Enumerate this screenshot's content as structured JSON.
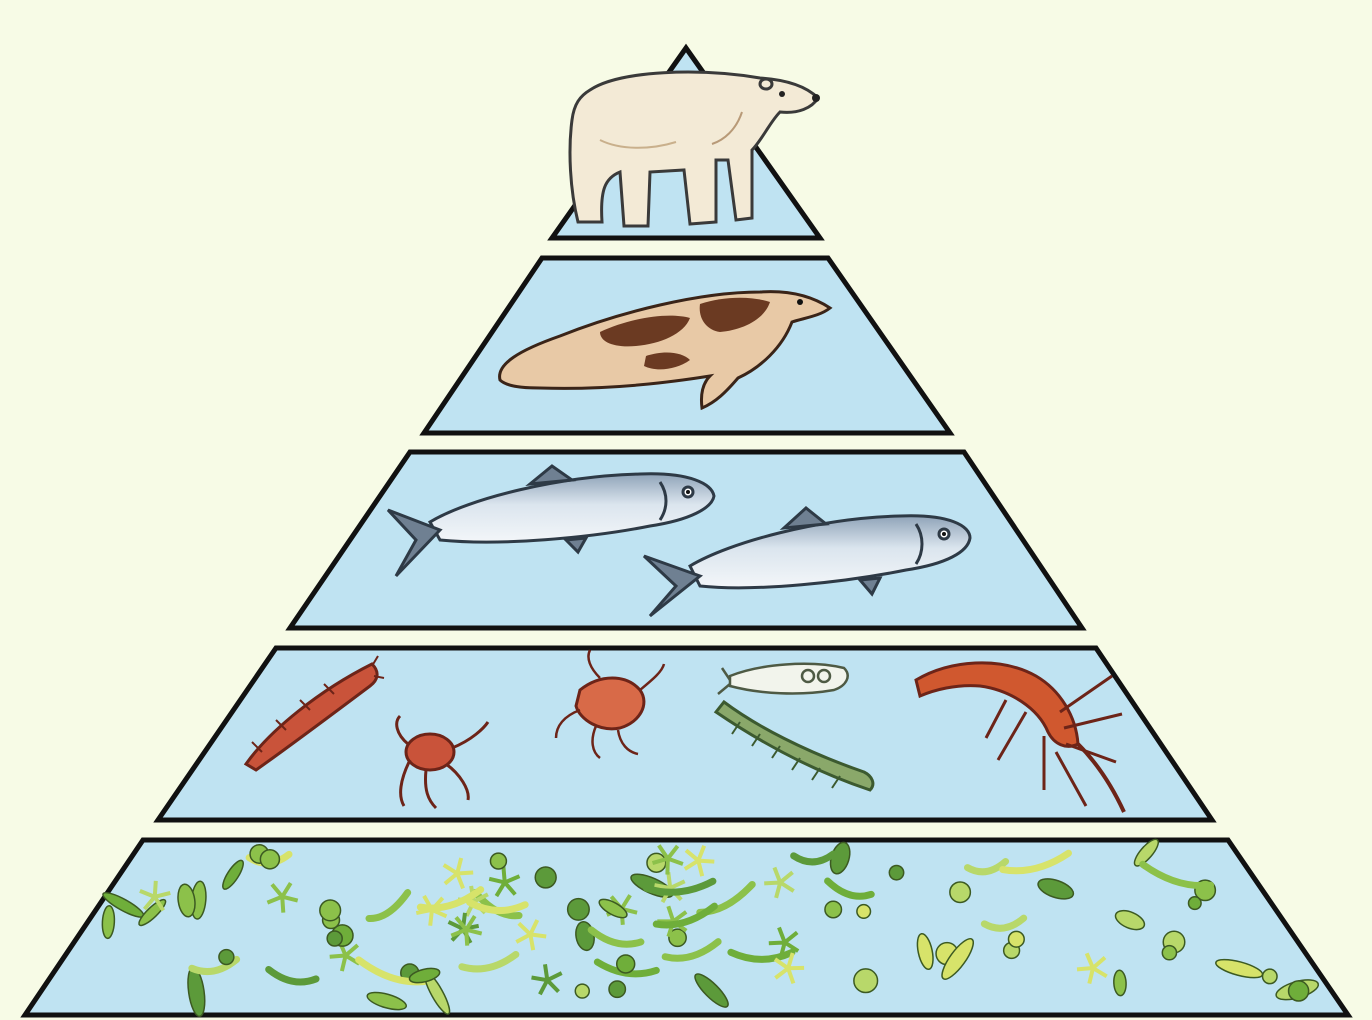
{
  "diagram": {
    "type": "ecological-pyramid",
    "colors": {
      "background": "#f7fbe6",
      "tier_fill": "#bfe3f2",
      "tier_stroke": "#111111",
      "bear": "#f3ead6",
      "seal_body": "#e8c9a6",
      "seal_spots": "#6b3a22",
      "fish": "#d8e2ec",
      "zooplankton": "#c9533a",
      "phytoplankton": "#8cc14a"
    },
    "levels": [
      {
        "id": "tertiary-consumer",
        "organisms": [
          {
            "icon": "polar-bear-icon"
          }
        ]
      },
      {
        "id": "secondary-consumer",
        "organisms": [
          {
            "icon": "seal-icon"
          }
        ]
      },
      {
        "id": "primary-consumer",
        "organisms": [
          {
            "icon": "fish-icon"
          },
          {
            "icon": "fish-icon"
          }
        ]
      },
      {
        "id": "zooplankton",
        "organisms": [
          {
            "icon": "krill-icon"
          },
          {
            "icon": "crab-larva-icon"
          },
          {
            "icon": "shrimp-larva-icon"
          },
          {
            "icon": "copepod-icon"
          },
          {
            "icon": "worm-larva-icon"
          },
          {
            "icon": "amphipod-icon"
          }
        ]
      },
      {
        "id": "producers",
        "organisms": [
          {
            "icon": "phytoplankton-icon"
          }
        ]
      }
    ]
  }
}
